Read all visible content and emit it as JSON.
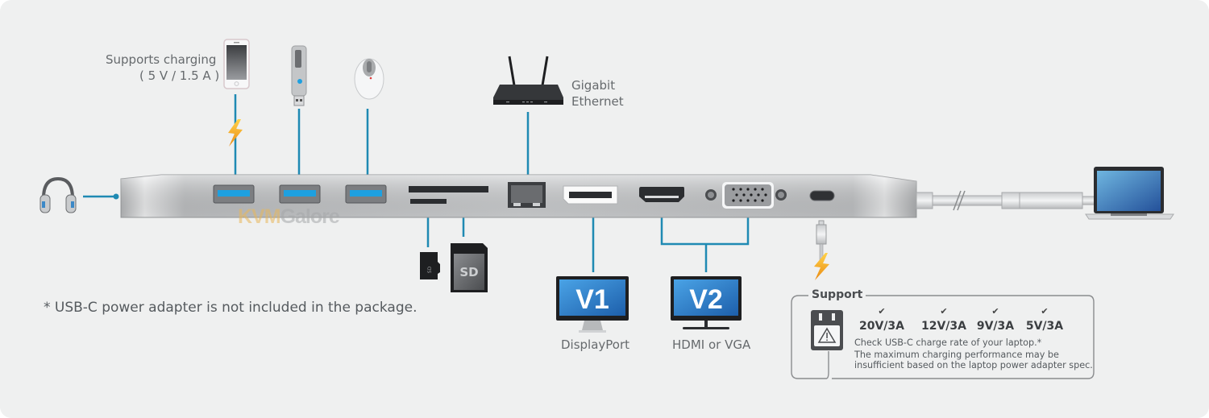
{
  "diagram": {
    "title": "USB-C multiport hub connection diagram",
    "colors": {
      "connector_line": "#1f8ab3",
      "background": "#eff0f0",
      "bolt": "#f2a51a",
      "usb_blue": "#1ea0e0",
      "monitor_screen": "#2f7fc8"
    },
    "devices": {
      "phone": {
        "label_line1": "Supports charging",
        "label_line2": "( 5 V / 1.5 A )",
        "port": "USB-A"
      },
      "flash_drive": {
        "port": "USB-A"
      },
      "mouse": {
        "port": "USB-A"
      },
      "headphones": {
        "port": "Audio"
      },
      "router": {
        "label_line1": "Gigabit",
        "label_line2": "Ethernet",
        "port": "RJ45"
      },
      "micro_sd": {
        "port": "microSD slot"
      },
      "sd_card": {
        "label": "SD",
        "port": "SD slot"
      },
      "monitor_1": {
        "screen_text": "V1",
        "label": "DisplayPort"
      },
      "monitor_2": {
        "screen_text": "V2",
        "label": "HDMI or VGA"
      },
      "laptop": {
        "port": "USB-C host cable"
      }
    },
    "watermark": {
      "part1": "KVM",
      "part2": "Galore"
    },
    "footnote": "* USB-C power adapter is not included in the package.",
    "support_box": {
      "title": "Support",
      "check_symbol": "✔",
      "rates": [
        "20V/3A",
        "12V/3A",
        "9V/3A",
        "5V/3A"
      ],
      "line1": "Check USB-C charge rate of your laptop.*",
      "line2": "The maximum charging performance may be",
      "line3": "insufficient based on the laptop power adapter spec."
    }
  }
}
